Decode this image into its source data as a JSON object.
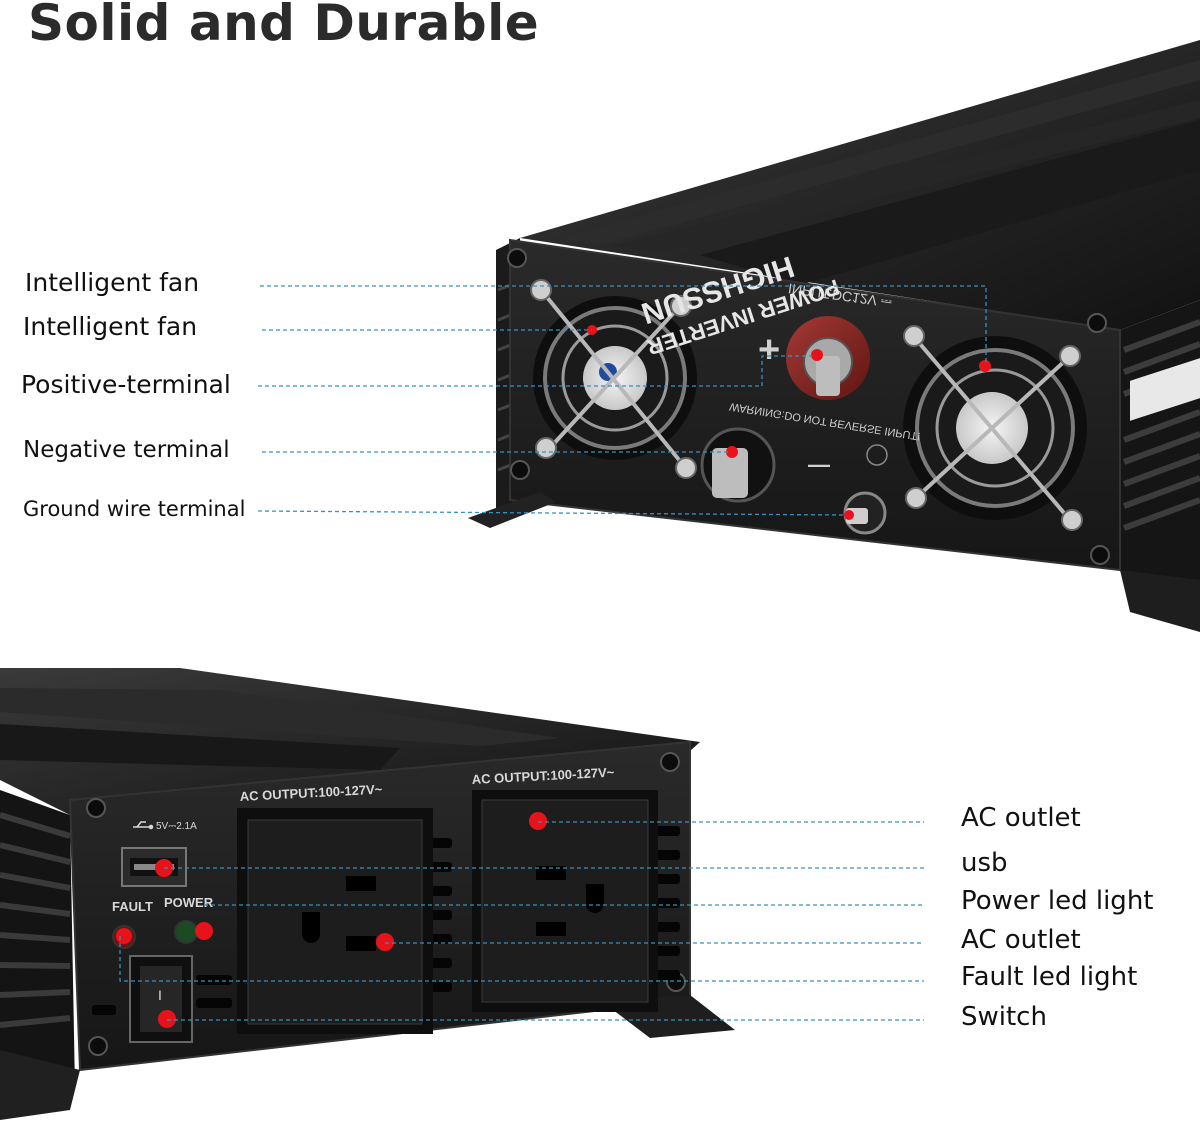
{
  "title": "Solid and Durable",
  "top_callouts": [
    "Intelligent fan",
    "Intelligent fan",
    "Positive-terminal",
    "Negative terminal",
    "Ground wire terminal"
  ],
  "bottom_callouts": [
    "AC outlet",
    "usb",
    "Power led light",
    "AC outlet",
    "Fault led light",
    "Switch"
  ],
  "top_panel": {
    "input_label": "INPUT:DC12V ⎓",
    "warning_label": "WARNING:DO NOT REVERSE INPUT!",
    "brand_line1": "HIGHSSUN",
    "brand_line2": "POWER INVERTER",
    "plus_sign": "+",
    "minus_sign": "—"
  },
  "bottom_panel": {
    "ac_output_left": "AC OUTPUT:100-127V~",
    "ac_output_right": "AC OUTPUT:100-127V~",
    "usb_rating": "5V⎓2.1A",
    "fault_label": "FAULT",
    "power_label": "POWER",
    "switch_mark": "I"
  },
  "colors": {
    "callout_dot": "#e8131a",
    "leader_line": "#3a8fc0",
    "body": "#1c1c1c"
  }
}
